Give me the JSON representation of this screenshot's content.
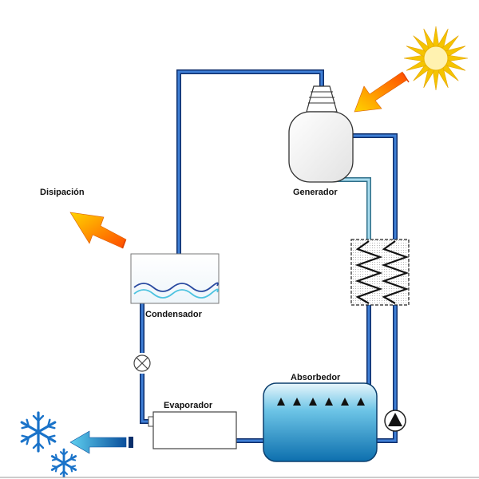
{
  "labels": {
    "dissipation": "Disipación",
    "generator": "Generador",
    "condenser": "Condensador",
    "absorber": "Absorbedor",
    "evaporator": "Evaporador"
  },
  "colors": {
    "pipe": "#1f5fb8",
    "pipe_light": "#8ec8e0",
    "sun": "#f2c200",
    "arrow_hot_start": "#ff5a00",
    "arrow_hot_end": "#ffd200",
    "arrow_cold": "#1e9ad0",
    "snowflake": "#1a73c9",
    "absorber_fill": "#1c8fc4"
  },
  "icons": [
    "sun-icon",
    "heat-arrow-icon",
    "dissipation-arrow-icon",
    "expansion-valve-icon",
    "pump-icon",
    "snowflake-icon",
    "cold-arrow-icon"
  ]
}
